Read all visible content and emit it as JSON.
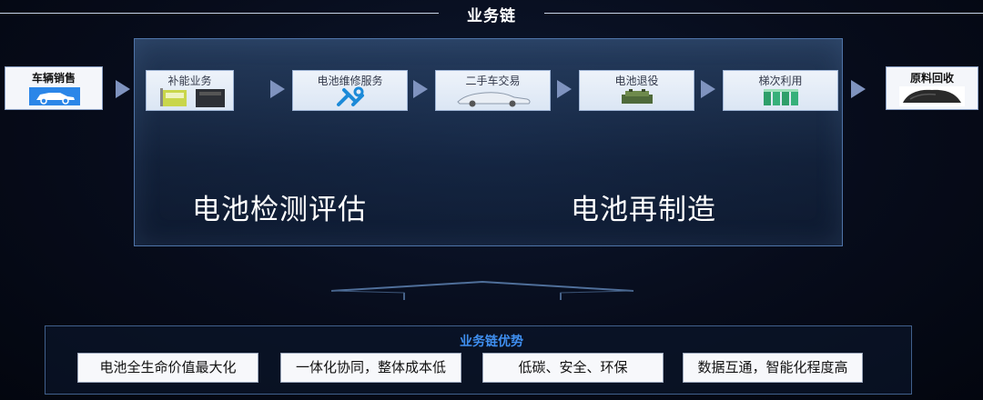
{
  "title": "业务链",
  "chain": {
    "start": {
      "label": "车辆销售",
      "icon": "car-icon"
    },
    "steps": [
      {
        "label": "补能业务",
        "icon": "charging-station-icon"
      },
      {
        "label": "电池维修服务",
        "icon": "tools-icon"
      },
      {
        "label": "二手车交易",
        "icon": "car-icon"
      },
      {
        "label": "电池退役",
        "icon": "battery-pack-icon"
      },
      {
        "label": "梯次利用",
        "icon": "battery-cells-icon"
      }
    ],
    "end": {
      "label": "原料回收",
      "icon": "raw-material-icon"
    }
  },
  "stages": {
    "left": "电池检测评估",
    "right": "电池再制造"
  },
  "advantages": {
    "title": "业务链优势",
    "items": [
      "电池全生命价值最大化",
      "一体化协同，整体成本低",
      "低碳、安全、环保",
      "数据互通，智能化程度高"
    ]
  },
  "colors": {
    "accent": "#3f8ff0",
    "arrow": "#7f93bf",
    "frame": "#4f74a8"
  }
}
